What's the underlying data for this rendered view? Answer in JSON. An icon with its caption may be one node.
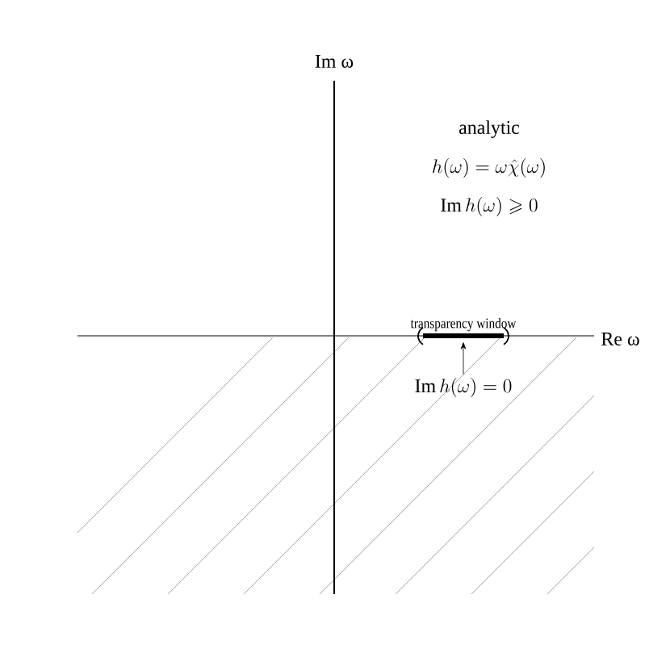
{
  "diagram": {
    "nodes": [
      {
        "text": [
          "transparency window"
        ]
      },
      {
        "text": [
          "\\mathrm{Im}\\,h(\\omega) = 0"
        ]
      }
    ],
    "edges": [
      {
        "from": 1,
        "to": 0,
        "arrow": "to"
      }
    ],
    "labels": [
      "Im ω",
      "Re ω",
      "analytic",
      "h(\\omega) = \\omega\\hat{\\chi}(\\omega)",
      "\\mathrm{Im}\\,h(\\omega) \\geqslant 0"
    ]
  }
}
